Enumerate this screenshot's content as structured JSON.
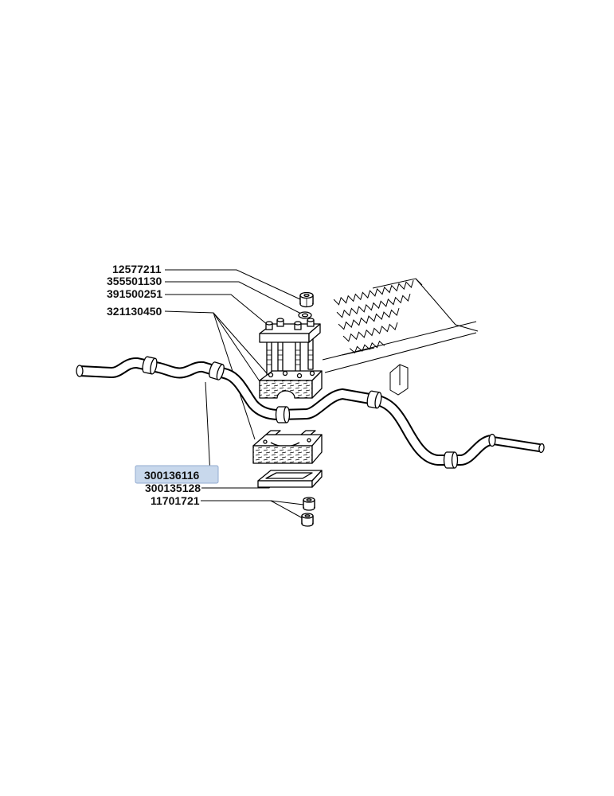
{
  "labels": [
    {
      "text": "12577211",
      "highlighted": false
    },
    {
      "text": "355501130",
      "highlighted": false
    },
    {
      "text": "391500251",
      "highlighted": false
    },
    {
      "text": "321130450",
      "highlighted": false
    },
    {
      "text": "300136116",
      "highlighted": true
    },
    {
      "text": "300135128",
      "highlighted": false
    },
    {
      "text": "11701721",
      "highlighted": false
    }
  ],
  "colors": {
    "line_art": "#000000",
    "background": "#ffffff",
    "highlight_fill": "#c8d8ec",
    "highlight_border": "#93acd0"
  }
}
